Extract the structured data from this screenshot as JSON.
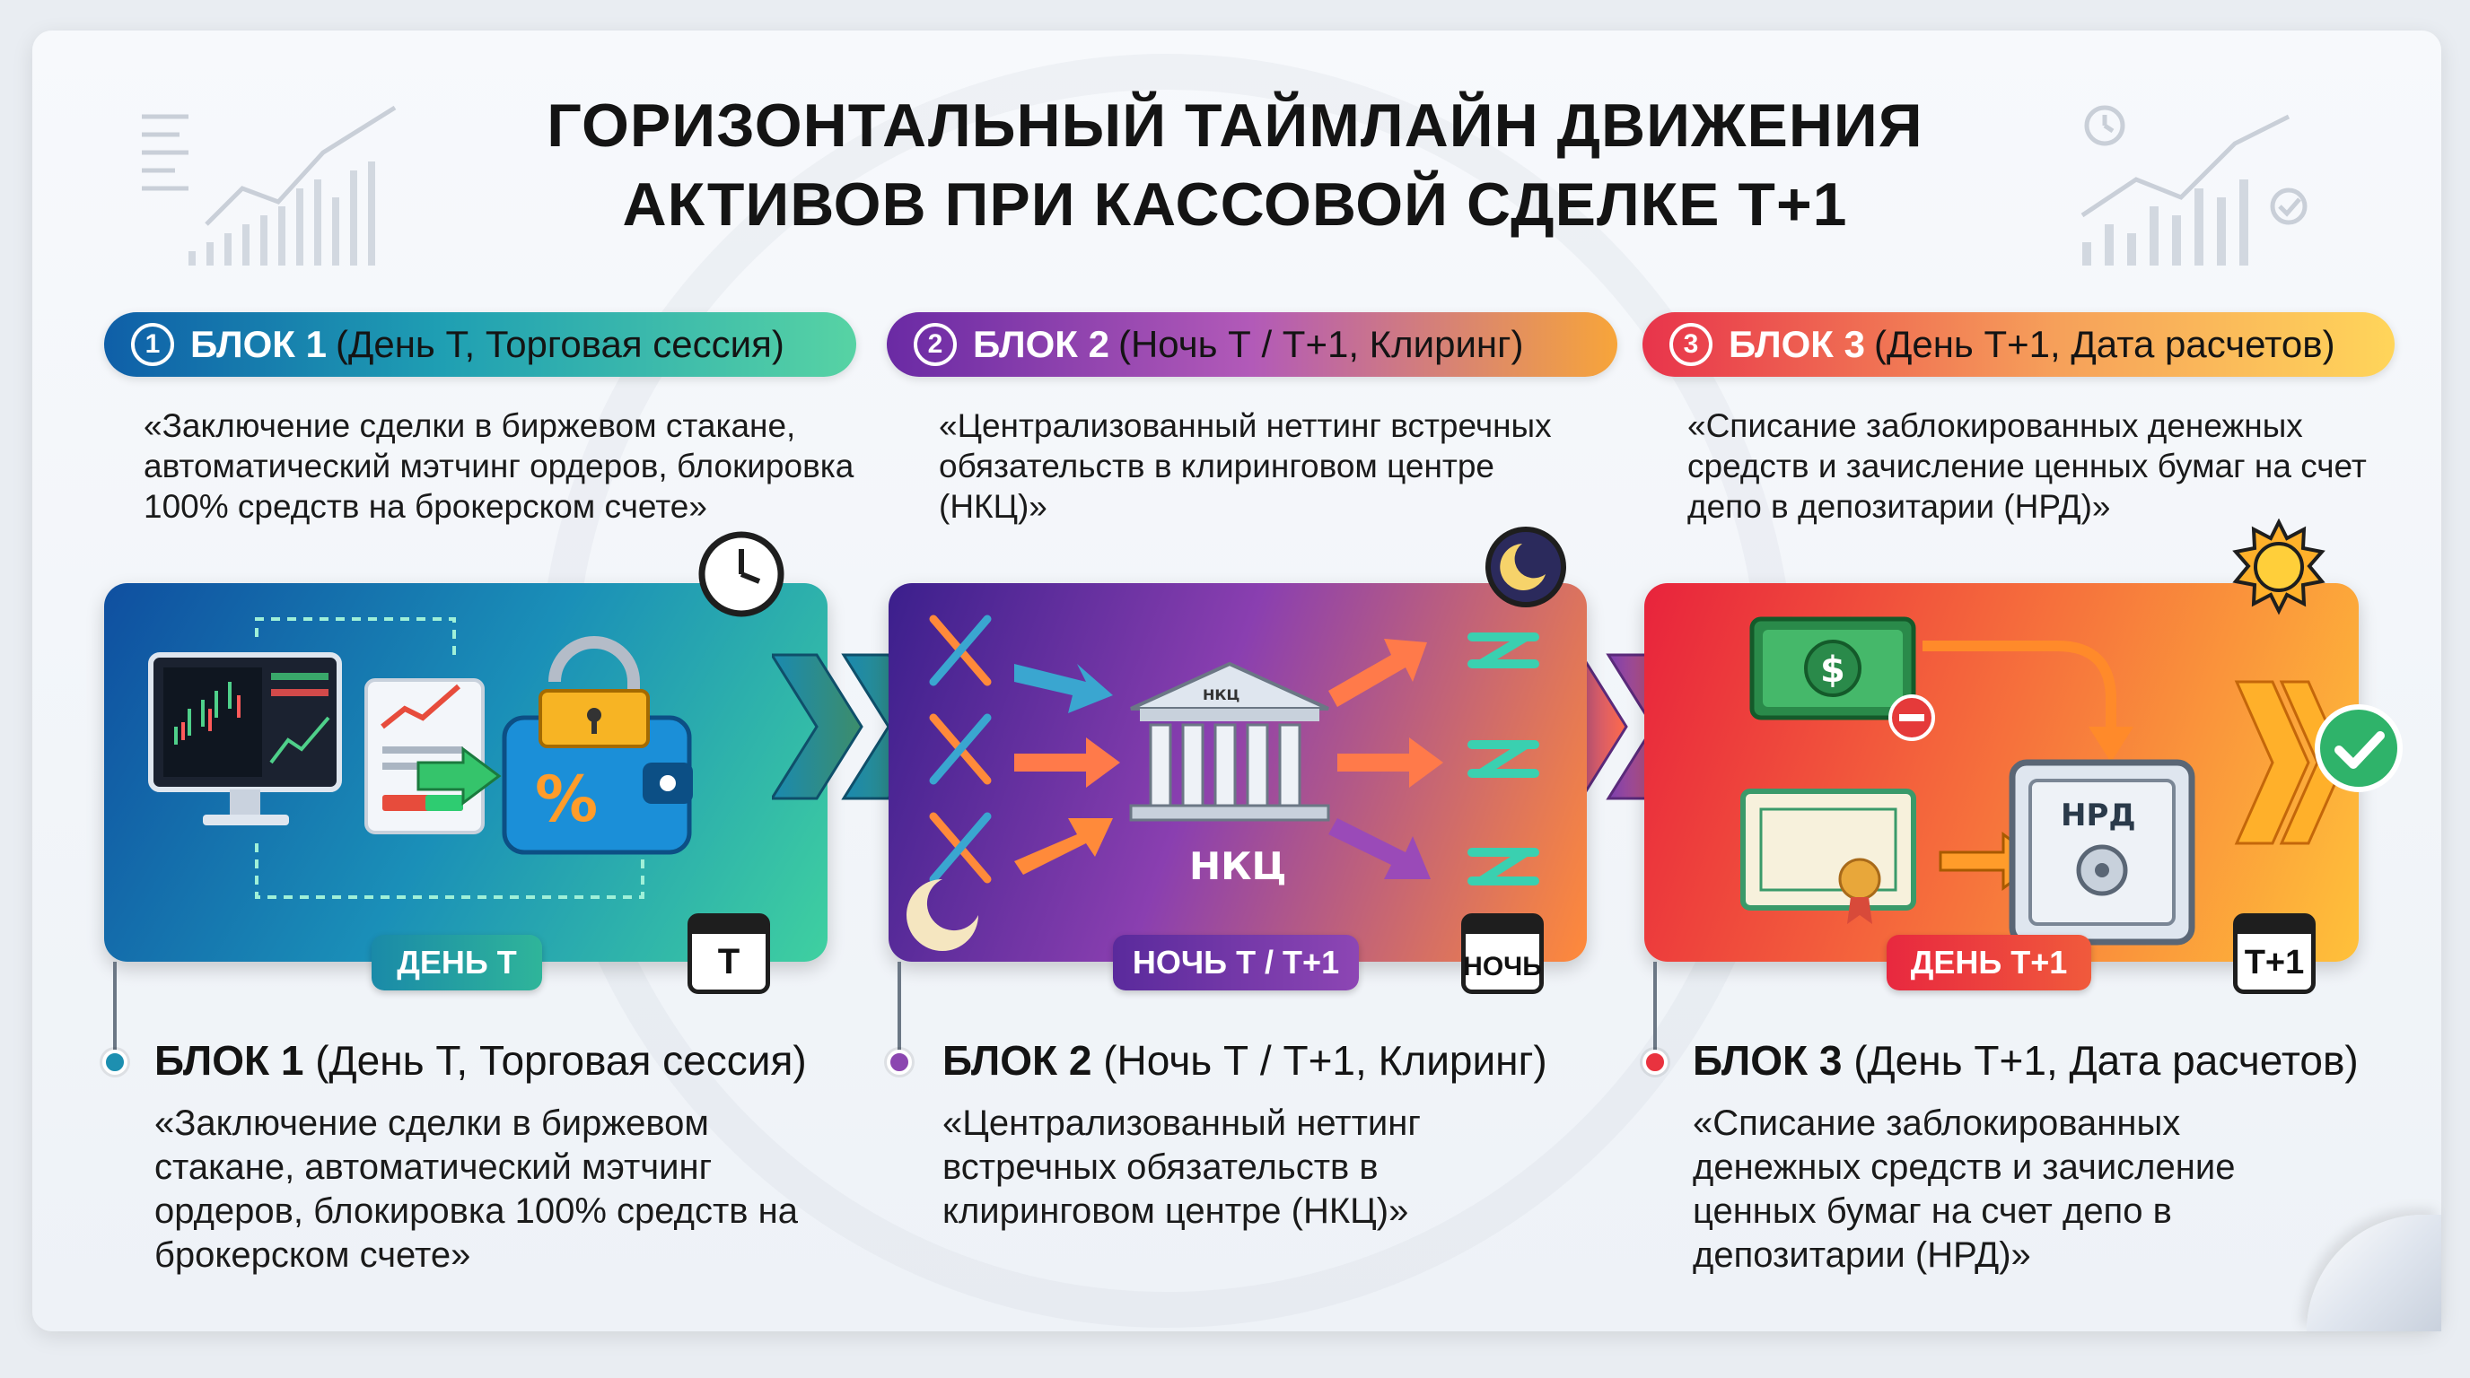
{
  "title": {
    "line1": "ГОРИЗОНТАЛЬНЫЙ ТАЙМЛАЙН ДВИЖЕНИЯ",
    "line2": "АКТИВОВ ПРИ КАССОВОЙ СДЕЛКЕ Т+1"
  },
  "blocks": [
    {
      "number": "1",
      "name": "БЛОК 1",
      "period": "(День Т, Торговая сессия)",
      "quote_top": "«Заключение сделки в биржевом стакане, автоматический мэтчинг ордеров, блокировка 100% средств на брокерском счете»",
      "quote_bottom": "«Заключение сделки в биржевом стакане, автоматический мэтчинг ордеров, блокировка 100% средств на брокерском счете»",
      "tag": "ДЕНЬ Т",
      "calendar": "T",
      "color": "#1d8fb0",
      "icon_percent": "%"
    },
    {
      "number": "2",
      "name": "БЛОК 2",
      "period": "(Ночь Т / Т+1, Клиринг)",
      "quote_top": "«Централизованный неттинг встречных обязательств в клиринговом центре (НКЦ)»",
      "quote_bottom": "«Централизованный неттинг встречных обязательств в клиринговом центре (НКЦ)»",
      "tag": "НОЧЬ Т / Т+1",
      "calendar": "НОЧЬ",
      "color": "#8b46b0",
      "center_label": "НКЦ",
      "building_sign": "НКЦ"
    },
    {
      "number": "3",
      "name": "БЛОК 3",
      "period": "(День Т+1, Дата расчетов)",
      "quote_top": "«Списание заблокированных денежных средств и зачисление ценных бумаг на счет депо в депозитарии (НРД)»",
      "quote_bottom": "«Списание заблокированных денежных средств и зачисление ценных бумаг на счет депо в депозитарии (НРД)»",
      "tag": "ДЕНЬ Т+1",
      "calendar": "T+1",
      "color": "#e9333f",
      "safe_label": "НРД",
      "money_symbol": "$"
    }
  ],
  "icons": [
    "monitor-chart-icon",
    "document-icon",
    "wallet-lock-icon",
    "clock-icon",
    "moon-icon",
    "bank-building-icon",
    "money-icon",
    "certificate-icon",
    "safe-icon",
    "sun-icon",
    "check-icon",
    "chevron-arrows-icon"
  ]
}
